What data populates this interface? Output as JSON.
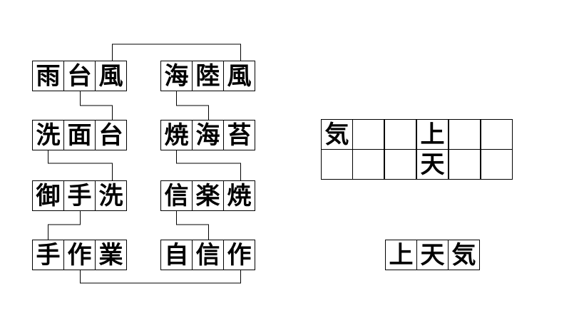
{
  "colors": {
    "background": "#ffffff",
    "border": "#000000",
    "text": "#000000"
  },
  "clue_words": [
    {
      "text": "雨台風",
      "chars": [
        "雨",
        "台",
        "風"
      ]
    },
    {
      "text": "海陸風",
      "chars": [
        "海",
        "陸",
        "風"
      ]
    },
    {
      "text": "洗面台",
      "chars": [
        "洗",
        "面",
        "台"
      ]
    },
    {
      "text": "焼海苔",
      "chars": [
        "焼",
        "海",
        "苔"
      ]
    },
    {
      "text": "御手洗",
      "chars": [
        "御",
        "手",
        "洗"
      ]
    },
    {
      "text": "信楽焼",
      "chars": [
        "信",
        "楽",
        "焼"
      ]
    },
    {
      "text": "手作業",
      "chars": [
        "手",
        "作",
        "業"
      ]
    },
    {
      "text": "自信作",
      "chars": [
        "自",
        "信",
        "作"
      ]
    }
  ],
  "connections": [
    {
      "from": "雨台風:風",
      "to": "海陸風:風",
      "shared_kanji": "風"
    },
    {
      "from": "雨台風:台",
      "to": "洗面台:台",
      "shared_kanji": "台"
    },
    {
      "from": "海陸風:海",
      "to": "焼海苔:海",
      "shared_kanji": "海"
    },
    {
      "from": "洗面台:洗",
      "to": "御手洗:洗",
      "shared_kanji": "洗"
    },
    {
      "from": "焼海苔:焼",
      "to": "信楽焼:焼",
      "shared_kanji": "焼"
    },
    {
      "from": "御手洗:手",
      "to": "手作業:手",
      "shared_kanji": "手"
    },
    {
      "from": "信楽焼:信",
      "to": "自信作:信",
      "shared_kanji": "信"
    },
    {
      "from": "手作業:作",
      "to": "自信作:作",
      "shared_kanji": "作"
    }
  ],
  "answer_grid": {
    "rows": [
      [
        "気",
        "",
        "",
        "上",
        "",
        ""
      ],
      [
        "",
        "",
        "",
        "天",
        "",
        ""
      ]
    ]
  },
  "answer_word": {
    "text": "上天気",
    "chars": [
      "上",
      "天",
      "気"
    ]
  }
}
